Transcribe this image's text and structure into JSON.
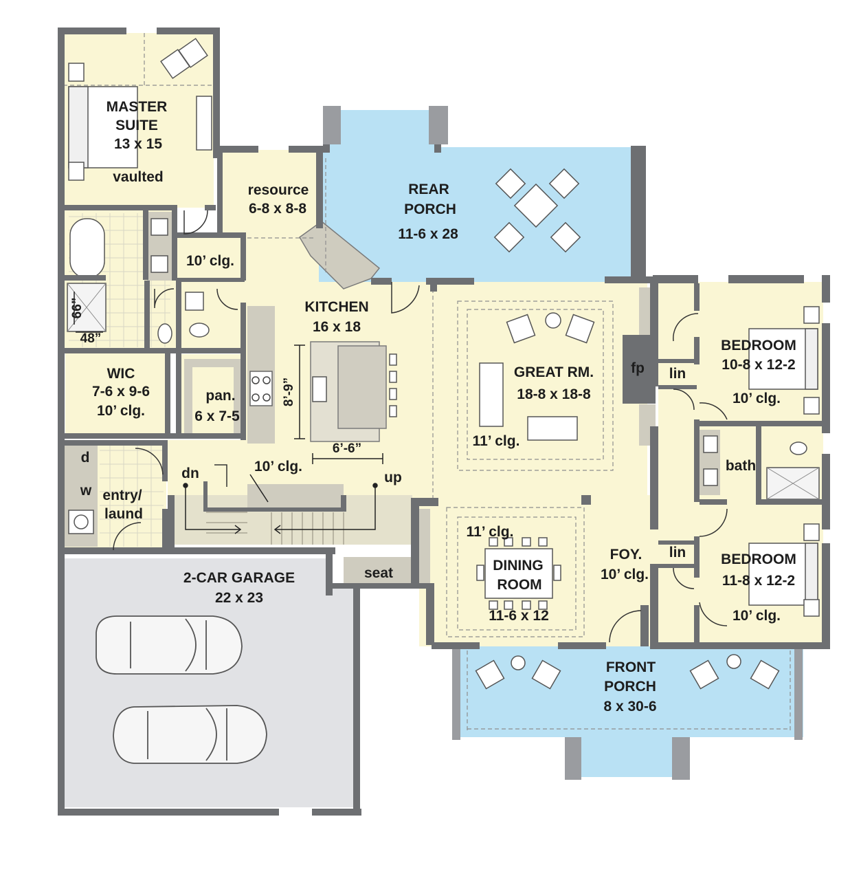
{
  "colors": {
    "room": "#faf6d4",
    "porch": "#b9e1f4",
    "garage": "#e1e2e5",
    "wall": "#6d6f72",
    "stair": "#e4e1cc",
    "counter": "#cfccbf",
    "furniture": "#ffffff",
    "line": "#444444"
  },
  "rooms": {
    "master": {
      "name1": "MASTER",
      "name2": "SUITE",
      "size": "13 x 15",
      "note": "vaulted"
    },
    "resource": {
      "name": "resource",
      "size": "6-8 x 8-8"
    },
    "rear_porch": {
      "name1": "REAR",
      "name2": "PORCH",
      "size": "11-6 x 28"
    },
    "hall_clg": {
      "note": "10’ clg."
    },
    "kitchen": {
      "name": "KITCHEN",
      "size": "16 x 18",
      "note": "10’ clg.",
      "dim_island_v": "8’-9”",
      "dim_island_h": "6’-6”"
    },
    "shower": {
      "dim_v": "66”",
      "dim_h": "48”"
    },
    "wic": {
      "name": "WIC",
      "size": "7-6 x 9-6",
      "note": "10’ clg."
    },
    "pantry": {
      "name": "pan.",
      "size": "6 x 7-5"
    },
    "great": {
      "name": "GREAT RM.",
      "size": "18-8 x 18-8",
      "note": "11’ clg."
    },
    "fireplace": {
      "name": "fp"
    },
    "bed1": {
      "name": "BEDROOM",
      "size": "10-8 x 12-2",
      "note": "10’ clg."
    },
    "lin1": {
      "name": "lin"
    },
    "bath": {
      "name": "bath"
    },
    "lin2": {
      "name": "lin"
    },
    "bed2": {
      "name": "BEDROOM",
      "size": "11-8 x 12-2",
      "note": "10’ clg."
    },
    "laundry": {
      "dryer": "d",
      "washer": "w",
      "name1": "entry/",
      "name2": "laund"
    },
    "stairs": {
      "down": "dn",
      "up": "up"
    },
    "dining": {
      "note": "11’ clg.",
      "name1": "DINING",
      "name2": "ROOM",
      "size": "11-6 x 12"
    },
    "foyer": {
      "name": "FOY.",
      "note": "10’ clg."
    },
    "seat": {
      "name": "seat"
    },
    "garage": {
      "name": "2-CAR GARAGE",
      "size": "22 x 23"
    },
    "front_porch": {
      "name1": "FRONT",
      "name2": "PORCH",
      "size": "8 x 30-6"
    }
  }
}
